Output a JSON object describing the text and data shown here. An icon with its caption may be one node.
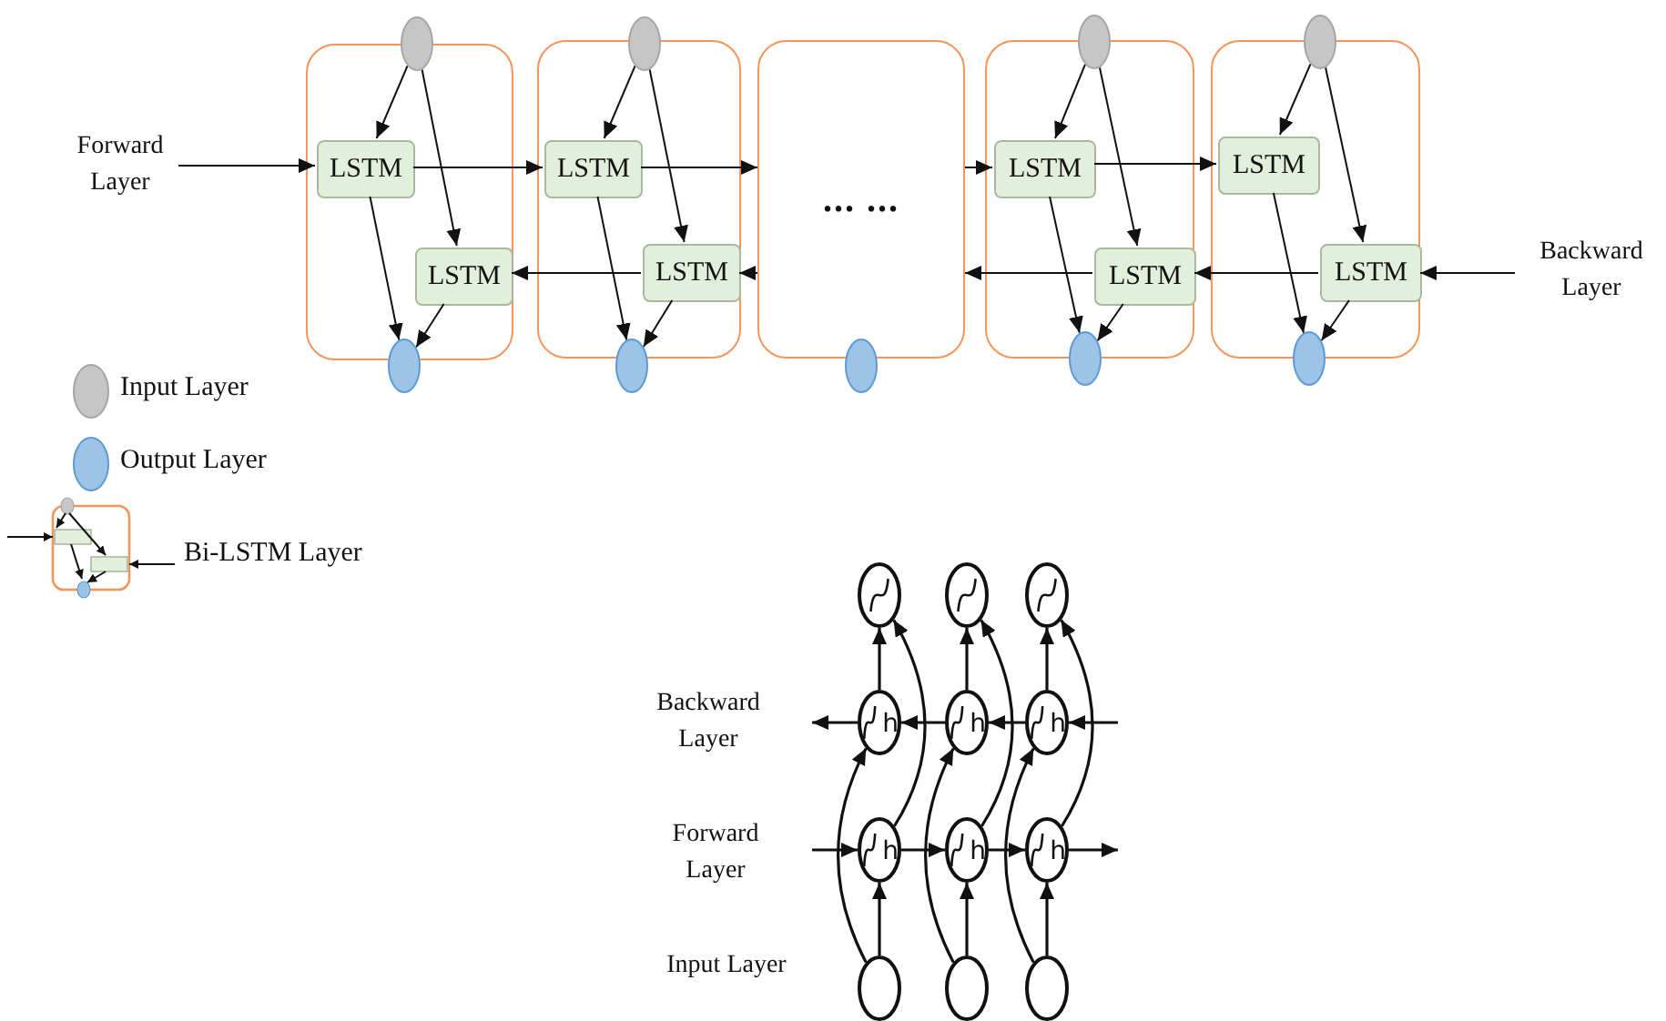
{
  "diagram": {
    "nodes": [
      {
        "text": [
          "Forward Layer"
        ]
      },
      {
        "text": [],
        "shape": "box"
      },
      {
        "text": [],
        "shape": "circle"
      },
      {
        "text": [
          "LSTM"
        ],
        "in": 1
      },
      {
        "text": [
          "LSTM"
        ],
        "in": 1
      },
      {
        "text": [],
        "shape": "circle"
      },
      {
        "text": [],
        "shape": "box"
      },
      {
        "text": [],
        "shape": "circle"
      },
      {
        "text": [
          "LSTM"
        ],
        "in": 6
      },
      {
        "text": [
          "LSTM"
        ],
        "in": 6
      },
      {
        "text": [],
        "shape": "circle"
      },
      {
        "text": [
          "... ..."
        ]
      },
      {
        "text": [],
        "shape": "circle"
      },
      {
        "text": [],
        "shape": "box"
      },
      {
        "text": [],
        "shape": "circle"
      },
      {
        "text": [
          "LSTM"
        ],
        "in": 13
      },
      {
        "text": [
          "LSTM"
        ],
        "in": 13
      },
      {
        "text": [],
        "shape": "circle"
      },
      {
        "text": [],
        "shape": "box"
      },
      {
        "text": [],
        "shape": "circle"
      },
      {
        "text": [
          "LSTM"
        ],
        "in": 18
      },
      {
        "text": [
          "LSTM"
        ],
        "in": 18
      },
      {
        "text": [],
        "shape": "circle"
      },
      {
        "text": [
          "Backward Layer"
        ]
      },
      {
        "text": [],
        "shape": "circle"
      },
      {
        "text": [],
        "shape": "circle"
      },
      {
        "text": [],
        "shape": "circle"
      },
      {
        "text": [
          "h"
        ]
      },
      {
        "text": [
          "h"
        ]
      },
      {
        "text": [
          "h"
        ]
      },
      {
        "text": [
          "h"
        ]
      },
      {
        "text": [
          "h"
        ]
      },
      {
        "text": [
          "h"
        ]
      },
      {
        "text": [],
        "shape": "circle"
      },
      {
        "text": [],
        "shape": "circle"
      },
      {
        "text": [],
        "shape": "circle"
      }
    ],
    "edges": [
      {
        "from": 0,
        "to": 3,
        "arrow": "to"
      },
      {
        "from": 2,
        "to": 3,
        "arrow": "to"
      },
      {
        "from": 2,
        "to": 4,
        "arrow": "to"
      },
      {
        "from": 3,
        "to": 5,
        "arrow": "to"
      },
      {
        "from": 4,
        "to": 5,
        "arrow": "to"
      },
      {
        "from": 3,
        "to": 8,
        "arrow": "to"
      },
      {
        "from": 7,
        "to": 8,
        "arrow": "to"
      },
      {
        "from": 7,
        "to": 9,
        "arrow": "to"
      },
      {
        "from": 8,
        "to": 10,
        "arrow": "to"
      },
      {
        "from": 9,
        "to": 10,
        "arrow": "to"
      },
      {
        "from": 9,
        "to": 4,
        "arrow": "to"
      },
      {
        "from": 8,
        "to": 11,
        "arrow": "to"
      },
      {
        "from": 11,
        "to": 9,
        "arrow": "to"
      },
      {
        "from": 11,
        "to": 15,
        "arrow": "to"
      },
      {
        "from": 16,
        "to": 11,
        "arrow": "to"
      },
      {
        "from": 14,
        "to": 15,
        "arrow": "to"
      },
      {
        "from": 14,
        "to": 16,
        "arrow": "to"
      },
      {
        "from": 15,
        "to": 17,
        "arrow": "to"
      },
      {
        "from": 16,
        "to": 17,
        "arrow": "to"
      },
      {
        "from": 15,
        "to": 20,
        "arrow": "to"
      },
      {
        "from": 21,
        "to": 16,
        "arrow": "to"
      },
      {
        "from": 19,
        "to": 20,
        "arrow": "to"
      },
      {
        "from": 19,
        "to": 21,
        "arrow": "to"
      },
      {
        "from": 20,
        "to": 22,
        "arrow": "to"
      },
      {
        "from": 21,
        "to": 22,
        "arrow": "to"
      },
      {
        "from": 23,
        "to": 21,
        "arrow": "to"
      },
      {
        "from": 33,
        "to": 30,
        "arrow": "to"
      },
      {
        "from": 34,
        "to": 31,
        "arrow": "to"
      },
      {
        "from": 35,
        "to": 32,
        "arrow": "to"
      },
      {
        "from": null,
        "to": 30,
        "arrow": "to"
      },
      {
        "from": 30,
        "to": 31,
        "arrow": "to"
      },
      {
        "from": 31,
        "to": 32,
        "arrow": "to"
      },
      {
        "from": 32,
        "to": null,
        "arrow": "to"
      },
      {
        "from": null,
        "to": 29,
        "arrow": "to"
      },
      {
        "from": 29,
        "to": 28,
        "arrow": "to"
      },
      {
        "from": 28,
        "to": 27,
        "arrow": "to"
      },
      {
        "from": 27,
        "to": null,
        "arrow": "to"
      },
      {
        "from": 27,
        "to": 24,
        "arrow": "to"
      },
      {
        "from": 28,
        "to": 25,
        "arrow": "to"
      },
      {
        "from": 29,
        "to": 26,
        "arrow": "to"
      },
      {
        "from": 33,
        "to": 27,
        "arrow": "to"
      },
      {
        "from": 34,
        "to": 28,
        "arrow": "to"
      },
      {
        "from": 35,
        "to": 29,
        "arrow": "to"
      },
      {
        "from": 30,
        "to": 24,
        "arrow": "to"
      },
      {
        "from": 31,
        "to": 25,
        "arrow": "to"
      },
      {
        "from": 32,
        "to": 26,
        "arrow": "to"
      }
    ],
    "labels": [
      "Backward Layer",
      "Forward Layer",
      "Input Layer"
    ],
    "legend": [
      {
        "text": "Input Layer",
        "color": "#c6c6c6"
      },
      {
        "text": "Output Layer",
        "color": "#9dc3e6"
      },
      {
        "text": "Bi-LSTM Layer"
      }
    ]
  }
}
